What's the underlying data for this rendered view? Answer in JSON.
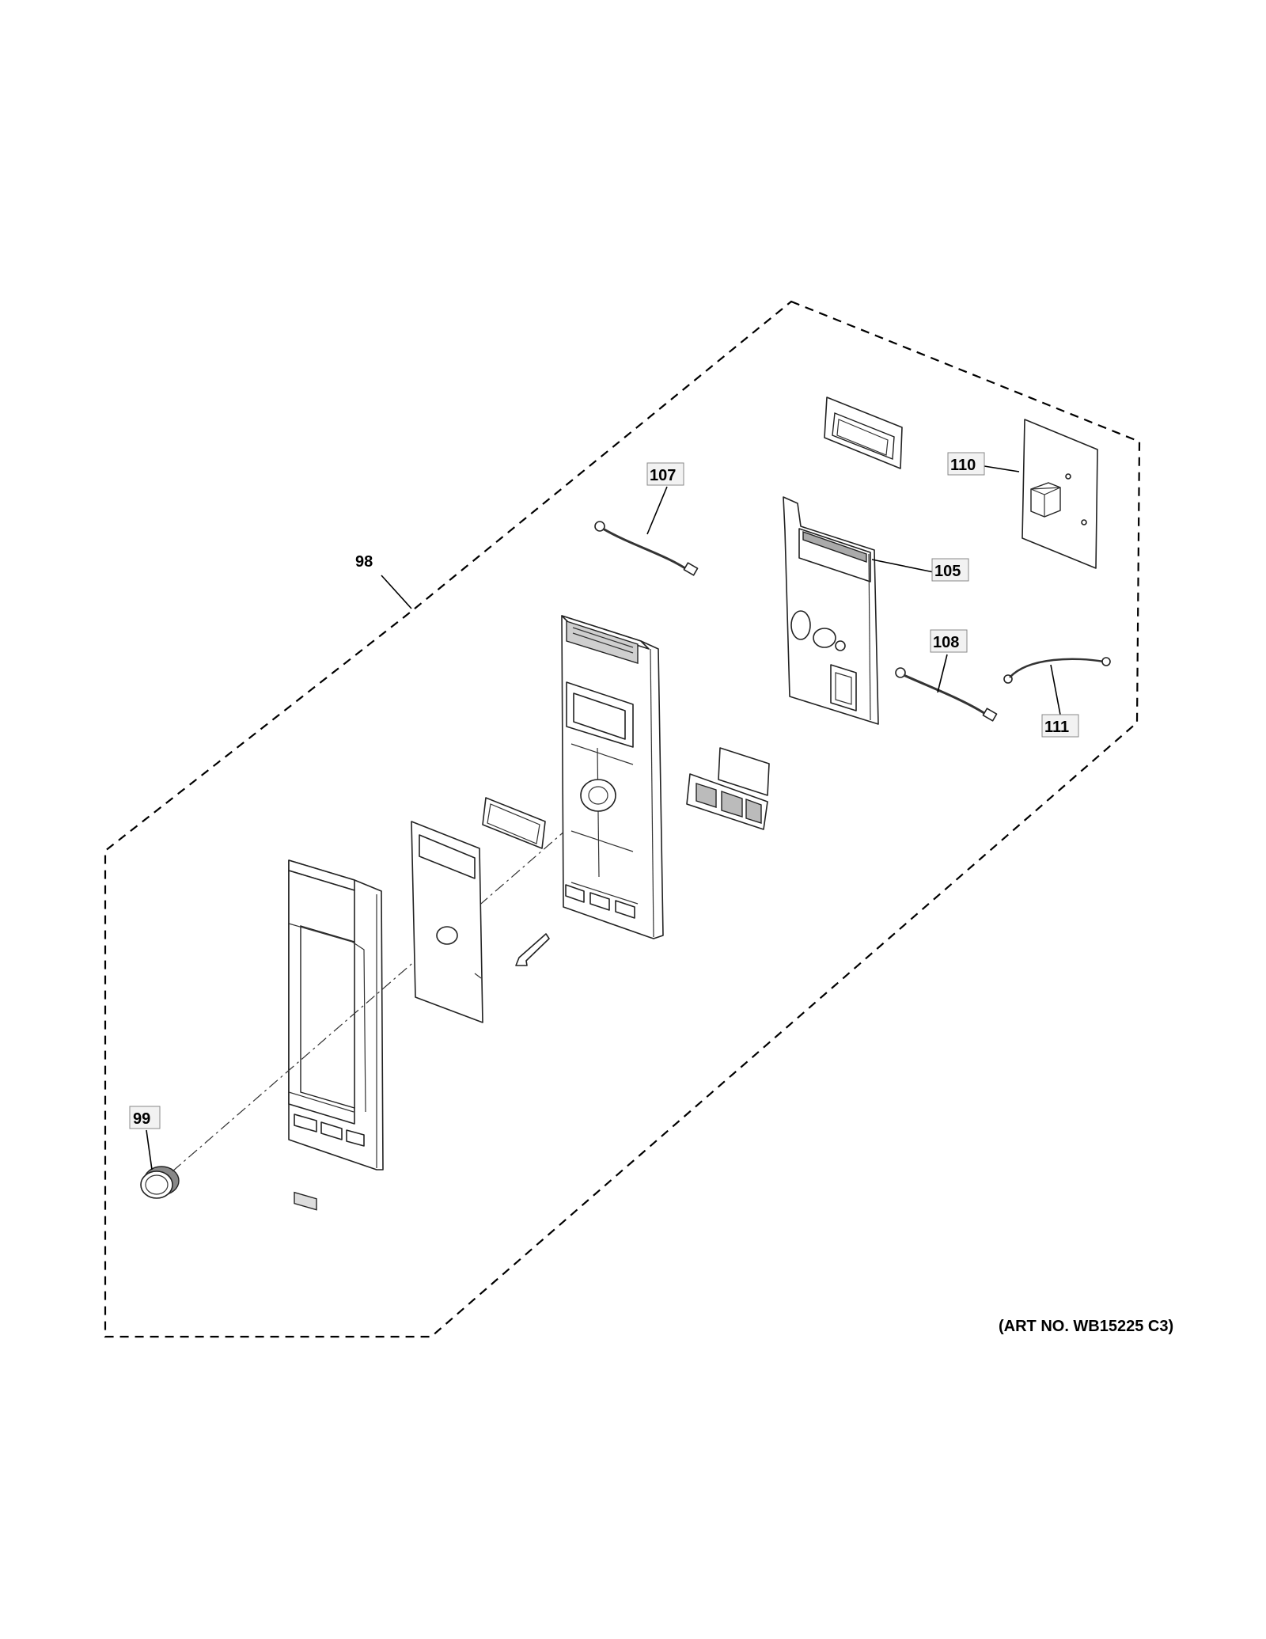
{
  "callouts": [
    {
      "id": "98",
      "label": "98"
    },
    {
      "id": "99",
      "label": "99"
    },
    {
      "id": "105",
      "label": "105"
    },
    {
      "id": "107",
      "label": "107"
    },
    {
      "id": "108",
      "label": "108"
    },
    {
      "id": "110",
      "label": "110"
    },
    {
      "id": "111",
      "label": "111"
    }
  ],
  "art_number": "(ART NO. WB15225 C3)"
}
